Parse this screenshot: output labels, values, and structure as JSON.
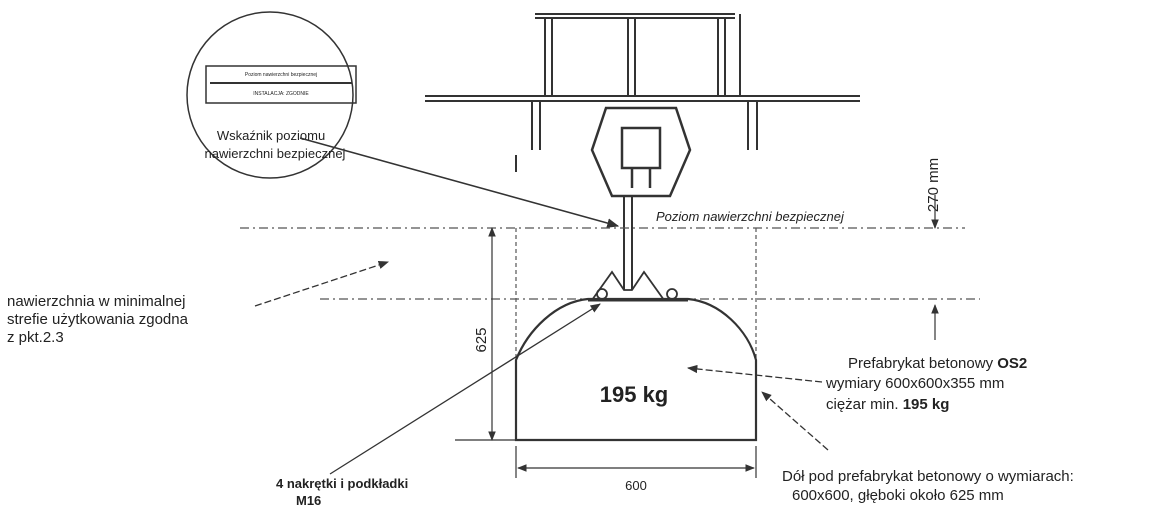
{
  "callout": {
    "tag_line1": "Poziom nawierzchni bezpiecznej",
    "tag_line2": "INSTALACJA: ZGODNIE",
    "label_line1": "Wskaźnik poziomu",
    "label_line2": "nawierzchni bezpiecznej"
  },
  "surface_level_label": "Poziom nawierzchni bezpiecznej",
  "dimensions": {
    "top_gap": "270 mm",
    "depth": "625",
    "width": "600"
  },
  "block_weight": "195 kg",
  "surface_note": {
    "line1": "nawierzchnia w minimalnej",
    "line2": "strefie użytkowania zgodna",
    "line3": "z pkt.2.3"
  },
  "block_note": {
    "line1_prefix": "Prefabrykat betonowy ",
    "line1_code": "OS2",
    "line2": "wymiary 600x600x355 mm",
    "line3_prefix": "ciężar min. ",
    "line3_value": "195 kg"
  },
  "nuts_note": {
    "line1": "4 nakrętki i podkładki",
    "line2": "M16"
  },
  "pit_note": {
    "line1": "Dół pod prefabrykat betonowy o wymiarach:",
    "line2": "600x600, głęboki około 625 mm"
  }
}
